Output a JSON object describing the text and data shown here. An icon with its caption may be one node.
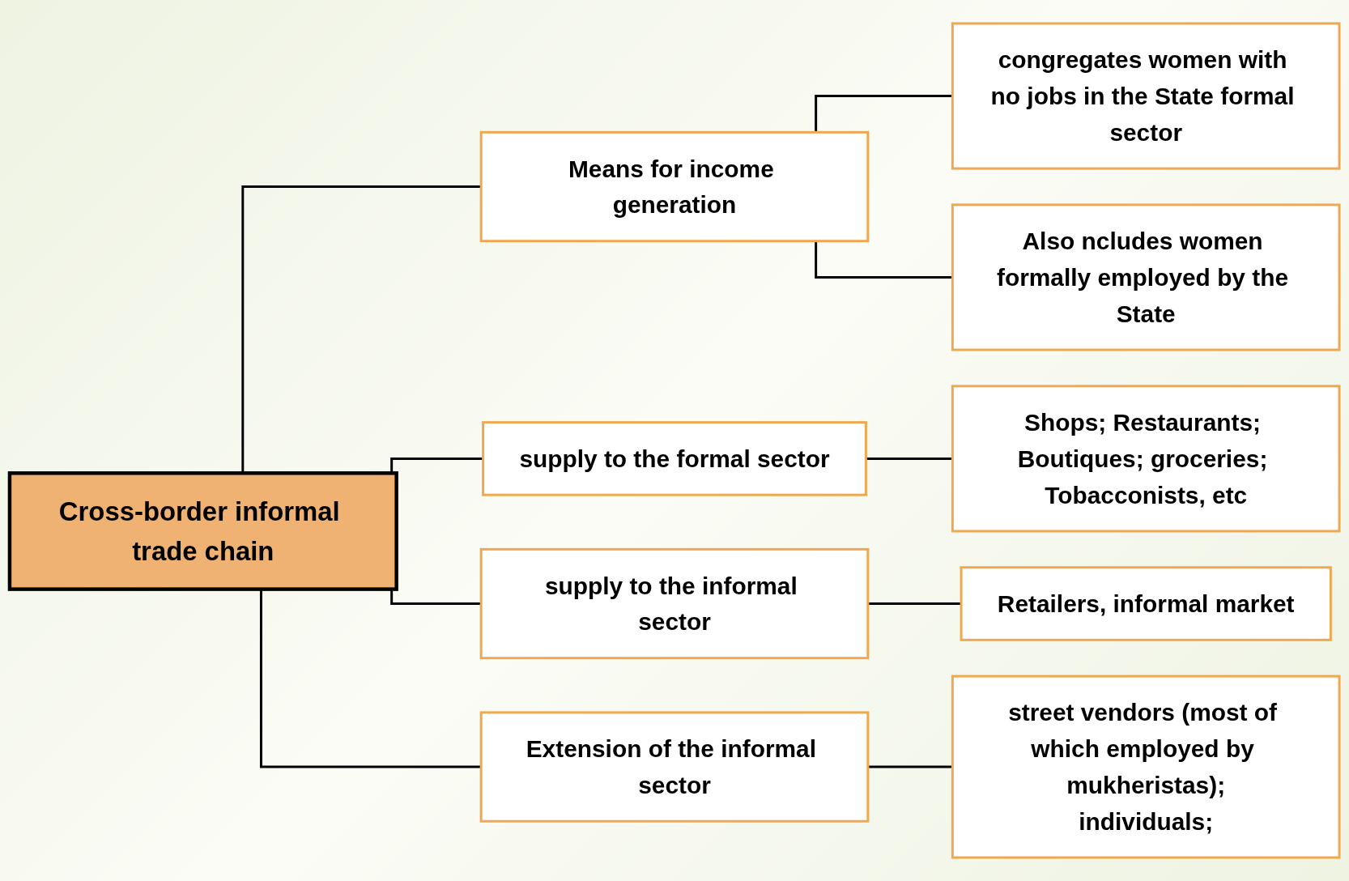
{
  "diagram": {
    "nodes": [
      {
        "text": [
          "Cross-border informal trade chain"
        ]
      },
      {
        "text": [
          "Means for income generation"
        ]
      },
      {
        "text": [
          "congregates women with no jobs in the State formal sector"
        ]
      },
      {
        "text": [
          "Also ncludes women formally employed by the State"
        ]
      },
      {
        "text": [
          "supply to the formal sector"
        ]
      },
      {
        "text": [
          "Shops; Restaurants; Boutiques; groceries; Tobacconists, etc"
        ]
      },
      {
        "text": [
          "supply to the informal sector"
        ]
      },
      {
        "text": [
          "Retailers, informal market"
        ]
      },
      {
        "text": [
          "Extension of the informal sector"
        ]
      },
      {
        "text": [
          "street vendors (most of which employed by mukheristas);",
          "individuals;"
        ]
      }
    ],
    "edges": [
      {
        "from": 0,
        "to": 1,
        "arrow": "none"
      },
      {
        "from": 0,
        "to": 4,
        "arrow": "none"
      },
      {
        "from": 0,
        "to": 6,
        "arrow": "none"
      },
      {
        "from": 0,
        "to": 8,
        "arrow": "none"
      },
      {
        "from": 1,
        "to": 2,
        "arrow": "none"
      },
      {
        "from": 1,
        "to": 3,
        "arrow": "none"
      },
      {
        "from": 4,
        "to": 5,
        "arrow": "none"
      },
      {
        "from": 6,
        "to": 7,
        "arrow": "none"
      },
      {
        "from": 8,
        "to": 9,
        "arrow": "none"
      }
    ]
  }
}
